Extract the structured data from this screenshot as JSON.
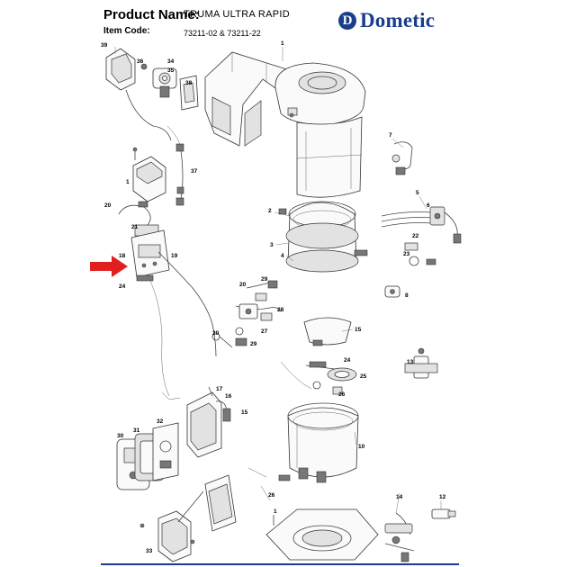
{
  "header": {
    "product_label": "Product Name:",
    "product_name": "TRUMA ULTRA RAPID",
    "item_code_label": "Item Code:",
    "item_code": "73211-02 & 73211-22"
  },
  "brand": {
    "name": "Dometic",
    "mark": "D",
    "color": "#1a3e8c"
  },
  "callout_arrow": {
    "color": "#e0201e",
    "points_to_part": "18"
  },
  "bottom_rule_color": "#1a3e8c",
  "part_labels": [
    "1",
    "2",
    "3",
    "4",
    "5",
    "6",
    "7",
    "8",
    "10",
    "12",
    "13",
    "14",
    "15",
    "16",
    "17",
    "18",
    "19",
    "20",
    "21",
    "22",
    "23",
    "24",
    "25",
    "26",
    "27",
    "28",
    "29",
    "30",
    "31",
    "32",
    "33",
    "34",
    "35",
    "36",
    "37",
    "38",
    "39"
  ]
}
